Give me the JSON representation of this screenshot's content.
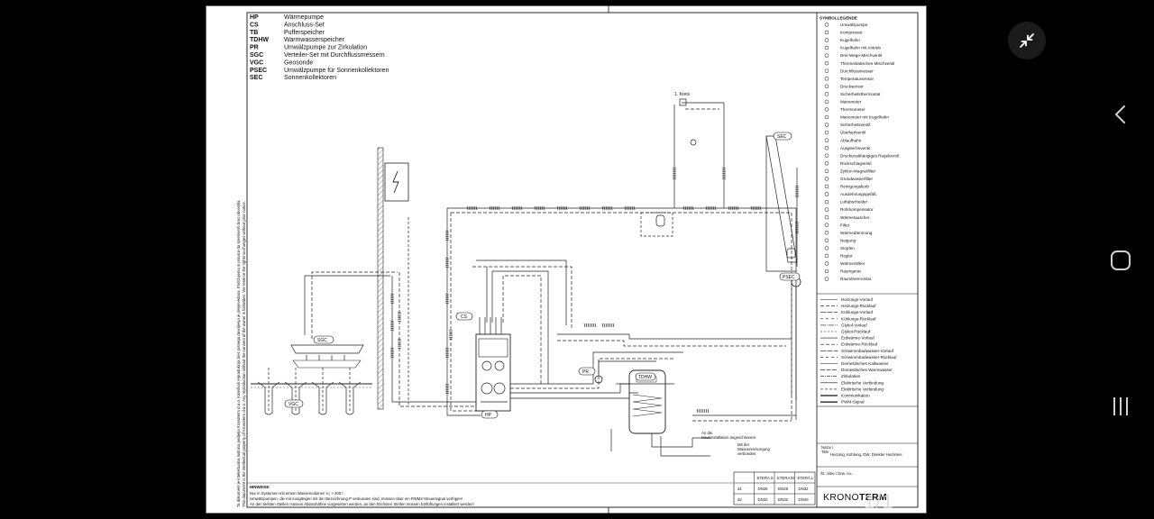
{
  "drawing": {
    "abbreviations": [
      {
        "code": "HP",
        "desc": "Wärmepumpe"
      },
      {
        "code": "CS",
        "desc": "Anschluss-Set"
      },
      {
        "code": "TB",
        "desc": "Pufferspeicher"
      },
      {
        "code": "TDHW",
        "desc": "Warmwasserspeicher"
      },
      {
        "code": "PR",
        "desc": "Umwälzpumpe zur Zirkulation"
      },
      {
        "code": "SGC",
        "desc": "Verteiler-Set mit Durchflussmessern"
      },
      {
        "code": "VGC",
        "desc": "Geosonde"
      },
      {
        "code": "PSEC",
        "desc": "Umwälzpumpe für Sonnenkollektoren"
      },
      {
        "code": "SEC",
        "desc": "Sonnenkollektoren"
      }
    ],
    "side_text_line1": "Ta dokument je intelektualna lastnina podjetja Kronoterm d.o.o. Katerikoli reprodukcija brez pisnega dovoljenja je prepovedana. Pridržujemo si pravico do sprememb brez obvestila.",
    "side_text_line2": "This document is the intellectual property of Kronoterm d.o.o. Any reproduction without the consent of the owner is forbidden. We reserve the rights to changes without prior notice.",
    "legend_title": "SYMBOLLEGENDE",
    "symbol_legend": [
      "Umwälzpumpe",
      "Kompressor",
      "Kugelhahn",
      "Kugelhahn mit Antrieb",
      "Drei-Wege-Mischventil",
      "Thermostatisches Mischventil",
      "Durchflussmesser",
      "Temperatursensor",
      "Drucksensor",
      "Sicherheitsthermostat",
      "Manometer",
      "Thermometer",
      "Manometer mit Kugelhahn",
      "Sicherheitsventil",
      "Überlaufventil",
      "Ablaufhahn",
      "Ausgleichsventil",
      "Druckunabhängiges Regelventil",
      "Rückschlagventil",
      "Zyklon-Magnetfilter",
      "Grundwasserfilter",
      "Reinigungskorb",
      "Ausdehnungsgefäß",
      "Luftabscheider",
      "Rohrkompensator",
      "Wärmetauscher",
      "Filter",
      "Wärmedämmung",
      "Neigung",
      "Stopfen",
      "Regler",
      "Wärmezähler",
      "Raumgerät",
      "Raumthermostat"
    ],
    "line_legend": [
      "Heizungs-Vorlauf",
      "Heizungs-Rücklauf",
      "Kühlungs-Vorlauf",
      "Kühlungs-Rücklauf",
      "Glykol-Vorlauf",
      "Glykol-Rücklauf",
      "Erdwärme-Vorlauf",
      "Erdwärme-Rücklauf",
      "Schwimmbadwasser-Vorlauf",
      "Schwimmbadwasser-Rücklauf",
      "Domestisches Kaltwasser",
      "Domestisches Warmwasser",
      "Zirkulation",
      "Elektrische Verbindung",
      "Elektrische Verbindung",
      "Kommunikation",
      "PWM-Signal"
    ],
    "labels": {
      "kreis": "1. Kreis",
      "sec": "SEC",
      "psec": "PSEC",
      "cs": "CS",
      "sgc": "SGC",
      "vgc": "VGC",
      "hp": "HP",
      "pr": "PR",
      "tdhw": "TDHW",
      "house1": "An die",
      "house2": "Hausinstallation angeschlossen",
      "water1": "Mit der",
      "water2": "Wasserversorgung",
      "water3": "verbunden"
    },
    "notes_title": "HINWEISE:",
    "notes": [
      "Nur in Systemen mit einem Wasservolumen V₀ > 400 l",
      "Umwälzpumpen, die mit Ausgängen mit der Bezeichnung P verbunden sind, müssen über ein PWM2-Steuersignal verfügen!",
      "An den tiefsten Stellen müssen Ablasshähne vorgesehen werden, an den höchsten Stellen müssen Entlüftungen installiert werden!"
    ],
    "title_block": {
      "name_label": "Naziv /",
      "name_label2": "Title",
      "name_value": "Heizung, Kühlung, DW, Direkter Heizkreis",
      "drawing_no_label": "Št. risbe / Drw. no.:",
      "company_light": "KRONO",
      "company_bold": "TERM"
    },
    "size_table": {
      "headers": [
        "",
        "ETERA S",
        "ETERA M",
        "ETERA L"
      ],
      "rows": [
        [
          "d1",
          "DN25",
          "DN25",
          "DN32"
        ],
        [
          "d2",
          "DN32",
          "DN32",
          "DN40"
        ]
      ]
    }
  },
  "viewer": {
    "page_counter": "1/1",
    "exit_fullscreen_icon": "exit-fullscreen-icon",
    "back_icon": "chevron-left-icon",
    "home_icon": "square-home-icon",
    "recents_icon": "recents-bars-icon"
  }
}
